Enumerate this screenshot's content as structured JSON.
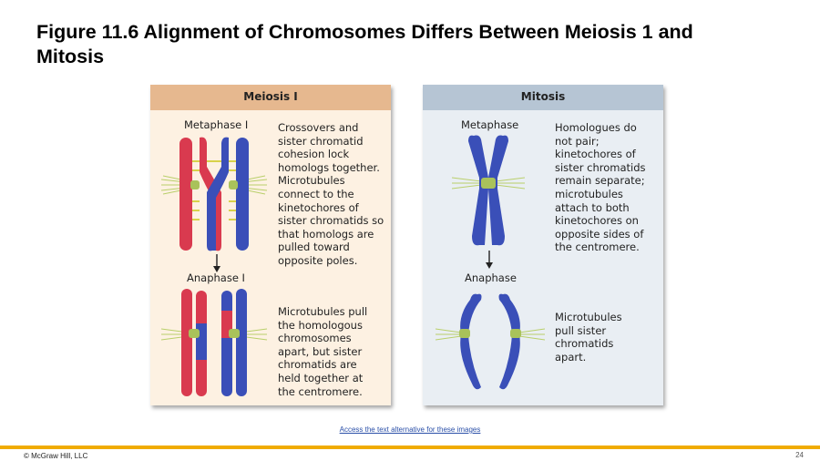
{
  "title": "Figure 11.6 Alignment of Chromosomes Differs Between Meiosis 1 and Mitosis",
  "meiosis": {
    "header": "Meiosis I",
    "metaphase_label": "Metaphase I",
    "metaphase_text": [
      "Crossovers and",
      "sister chromatid",
      "cohesion lock",
      "homologs together.",
      "Microtubules",
      "connect to the",
      "kinetochores of",
      "sister chromatids so",
      "that homologs are",
      "pulled toward",
      "opposite poles."
    ],
    "anaphase_label": "Anaphase I",
    "anaphase_text": [
      "Microtubules pull",
      "the homologous",
      "chromosomes",
      "apart, but sister",
      "chromatids are",
      "held together at",
      "the centromere."
    ]
  },
  "mitosis": {
    "header": "Mitosis",
    "metaphase_label": "Metaphase",
    "metaphase_text": [
      "Homologues do",
      "not pair;",
      "kinetochores of",
      "sister chromatids",
      "remain separate;",
      "microtubules",
      "attach to both",
      "kinetochores on",
      "opposite sides of",
      "the centromere."
    ],
    "anaphase_label": "Anaphase",
    "anaphase_text": [
      "Microtubules",
      "pull sister",
      "chromatids",
      "apart."
    ]
  },
  "alt_link": "Access the text alternative for these images",
  "copyright": "© McGraw Hill, LLC",
  "page_number": "24",
  "colors": {
    "meiosis_header": "#e6b88f",
    "meiosis_bg": "#fdf1e2",
    "mitosis_header": "#b6c5d4",
    "mitosis_bg": "#e9eef3",
    "chromosome_red": "#d93a4f",
    "chromosome_blue": "#3a4fb8",
    "kinetochore_green": "#a9c25a",
    "footer_bar": "#f0ab00"
  }
}
